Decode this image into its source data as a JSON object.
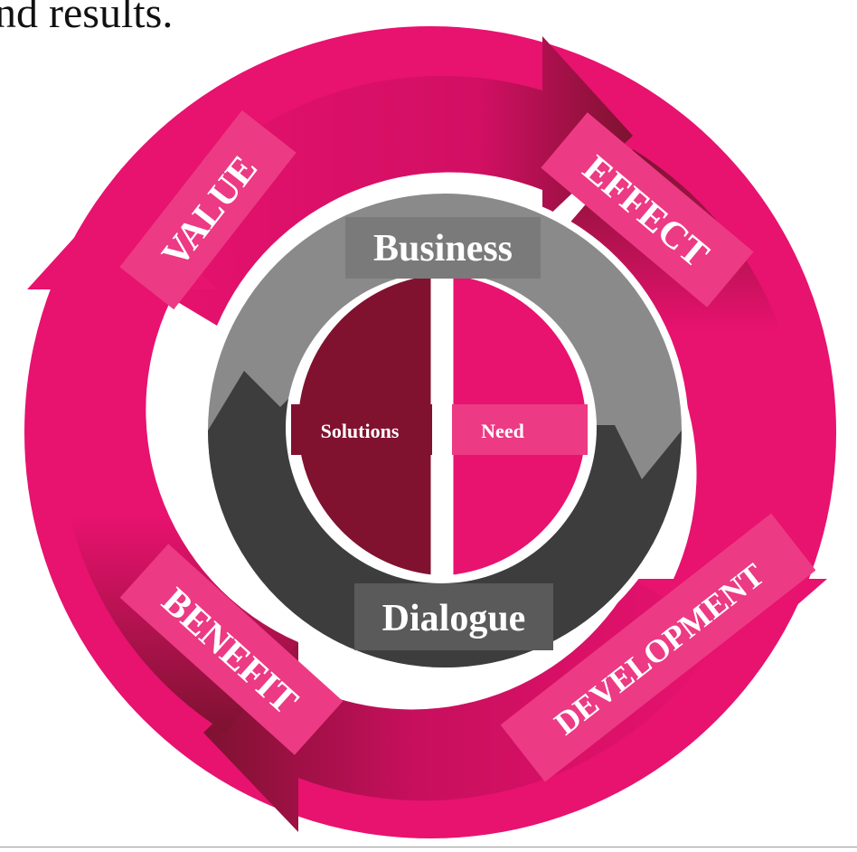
{
  "heading_fragment": "nd results.",
  "center_top_label": "Business",
  "center_bottom_label": "Dialogue",
  "inner_left_label": "Solutions",
  "inner_right_label": "Need",
  "arrow_labels": {
    "value": "VALUE",
    "effect": "EFFECT",
    "benefit": "BENEFIT",
    "development": "DEVELOPMENT"
  },
  "colors": {
    "magenta": "#e8126f",
    "magenta_light": "#ec3a84",
    "maroon": "#80122f",
    "gray_light": "#8a8a8a",
    "gray_dark": "#3d3d3d",
    "label_box": "#707070"
  }
}
